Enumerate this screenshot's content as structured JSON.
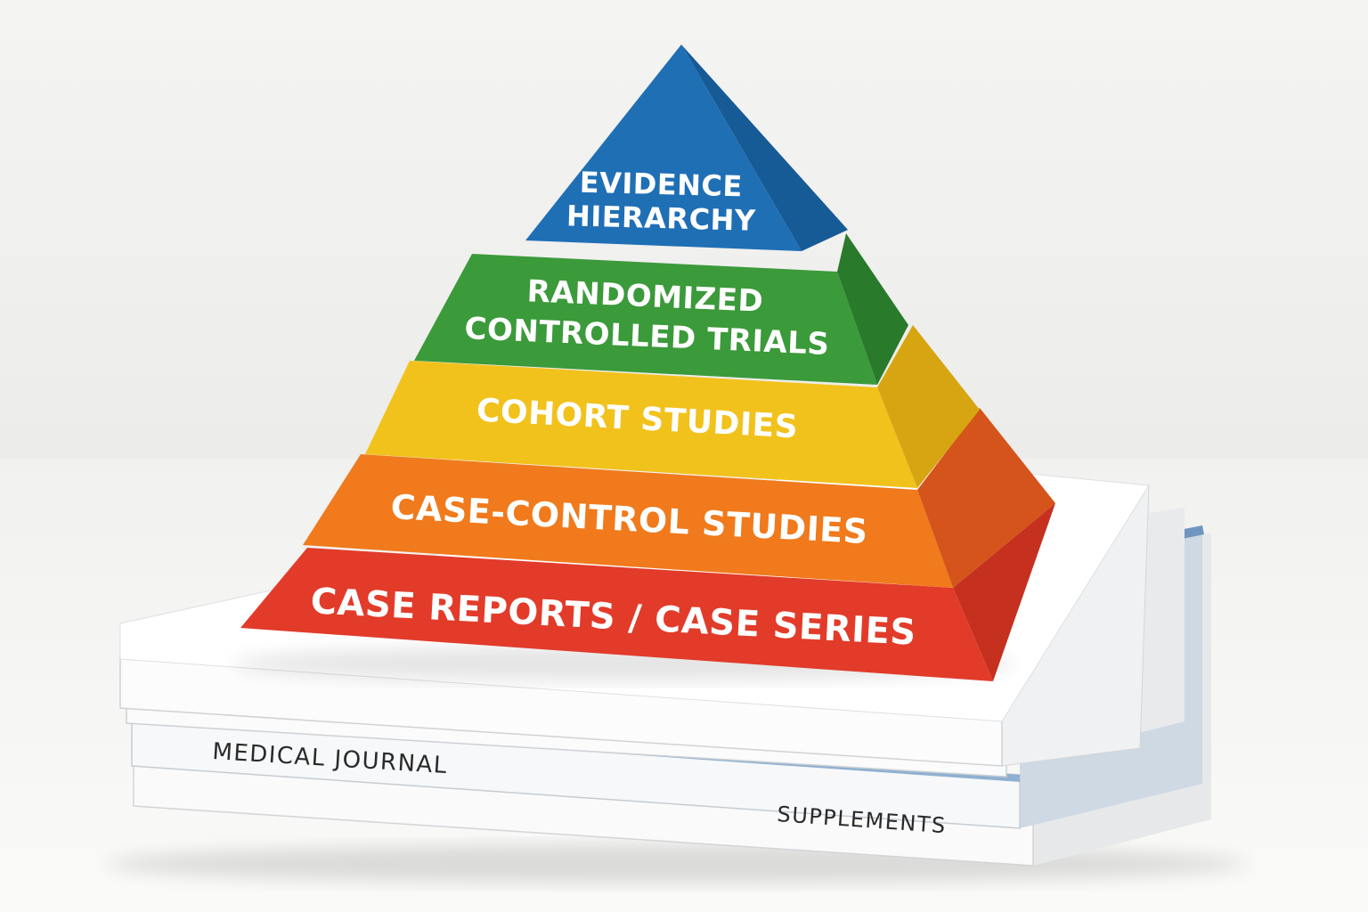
{
  "pyramid": {
    "tiers": [
      {
        "lines": [
          "EVIDENCE",
          "HIERARCHY"
        ],
        "color": "#1f6fb5"
      },
      {
        "lines": [
          "RANDOMIZED",
          "CONTROLLED TRIALS"
        ],
        "color": "#3b9a3a"
      },
      {
        "lines": [
          "COHORT STUDIES"
        ],
        "color": "#f2c21c"
      },
      {
        "lines": [
          "CASE-CONTROL STUDIES"
        ],
        "color": "#f07a1c"
      },
      {
        "lines": [
          "CASE REPORTS / CASE SERIES"
        ],
        "color": "#e23b2a"
      }
    ]
  },
  "books": {
    "journal_label": "MEDICAL JOURNAL",
    "supplements_label": "SUPPLEMENTS"
  }
}
